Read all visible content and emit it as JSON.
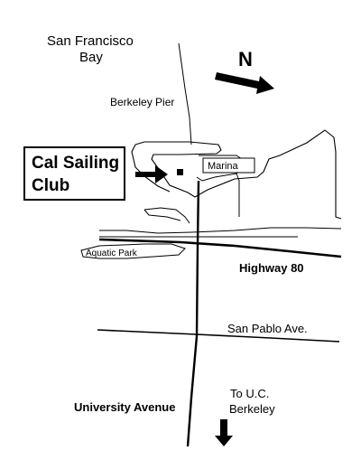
{
  "map": {
    "bay_label_line1": "San Francisco",
    "bay_label_line2": "Bay",
    "north_label": "N",
    "berkeley_pier_label": "Berkeley Pier",
    "marina_label": "Marina",
    "club_label_line1": "Cal Sailing",
    "club_label_line2": "Club",
    "aquatic_park_label": "Aquatic Park",
    "highway_label": "Highway 80",
    "san_pablo_label": "San Pablo Ave.",
    "university_label": "University Avenue",
    "ucb_label_line1": "To U.C.",
    "ucb_label_line2": "Berkeley"
  },
  "colors": {
    "ink": "#000000",
    "background": "#ffffff"
  },
  "icons": {
    "north_arrow": "arrow-icon",
    "club_pointer": "arrow-icon",
    "club_marker": "square-icon",
    "direction_arrow": "arrow-down-icon"
  }
}
